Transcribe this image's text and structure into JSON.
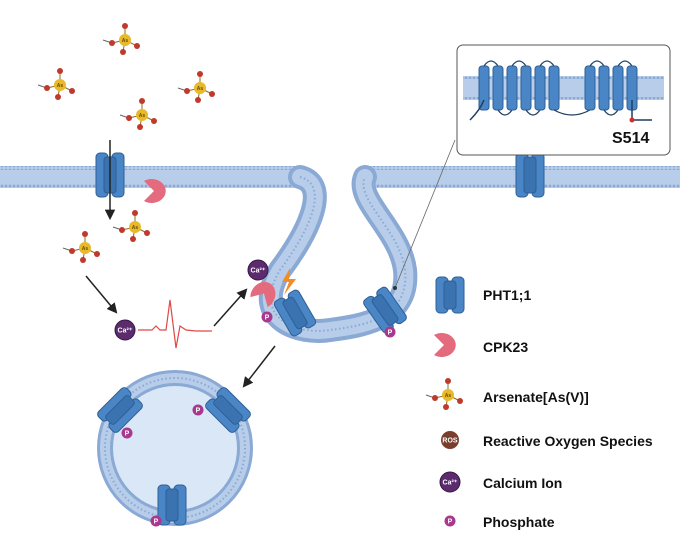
{
  "inset": {
    "site_label": "S514"
  },
  "legend": {
    "pht_label": "PHT1;1",
    "cpk_label": "CPK23",
    "arsenate_label": "Arsenate[As(V)]",
    "ros_label": "Reactive Oxygen Species",
    "calcium_label": "Calcium Ion",
    "phosphate_label": "Phosphate"
  },
  "glyphs": {
    "ros": "ROS",
    "calcium": "Ca²⁺",
    "phosphate": "P",
    "arsenic": "As"
  },
  "colors": {
    "transporter": "#4a86c5",
    "transporter_dark": "#2e5f96",
    "cpk23": "#e46a7e",
    "membrane": "#b7cde9",
    "membrane_head": "#8aa9d4",
    "vesicle_fill": "#d9e7f7",
    "calcium": "#5b2b6e",
    "phosphate": "#a8388e",
    "ros": "#7a3f2c",
    "arsenate_center": "#e7b92b",
    "arsenate_oxygen": "#c0392b"
  }
}
